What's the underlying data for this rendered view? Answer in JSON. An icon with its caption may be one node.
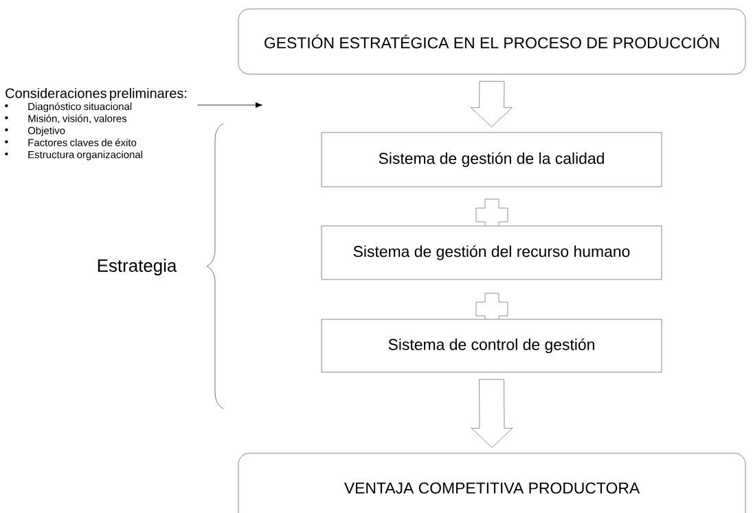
{
  "diagram": {
    "nodes": [
      {
        "text": [
          "GESTIÓN ESTRATÉGICA EN EL PROCESO DE PRODUCCIÓN"
        ]
      },
      {
        "text": [
          "Sistema de gestión de la calidad"
        ]
      },
      {
        "text": [
          "Sistema de gestión del recurso humano"
        ]
      },
      {
        "text": [
          "Sistema de control de gestión"
        ]
      },
      {
        "text": [
          "VENTAJA COMPETITIVA PRODUCTORA"
        ]
      },
      {
        "text": [
          "Consideraciones preliminares:",
          "Diagnóstico situacional",
          "Misión, visión, valores",
          "Objetivo",
          "Factores claves de éxito",
          "Estructura organizacional"
        ]
      }
    ],
    "edges": [
      {
        "from": 0,
        "to": 1,
        "arrow": "to"
      },
      {
        "from": 3,
        "to": 4,
        "arrow": "to"
      },
      {
        "from": 5,
        "to": null,
        "arrow": "to"
      }
    ],
    "labels": [
      "Estrategia"
    ]
  }
}
